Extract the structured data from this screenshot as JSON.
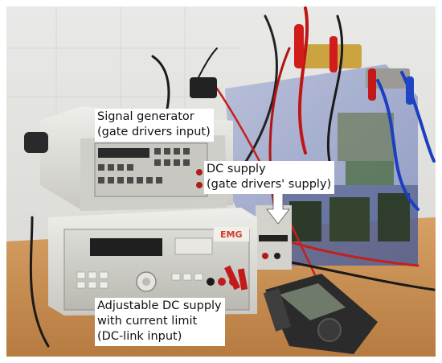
{
  "annotations": {
    "signal_generator": {
      "line1": "Signal generator",
      "line2": "(gate drivers input)"
    },
    "dc_supply": {
      "line1": "DC supply",
      "line2": "(gate drivers' supply)"
    },
    "adjustable_dc_supply": {
      "line1": "Adjustable DC supply",
      "line2": "with current limit",
      "line3": "(DC-link input)"
    }
  },
  "device_markings": {
    "supply_brand": "EMG"
  }
}
